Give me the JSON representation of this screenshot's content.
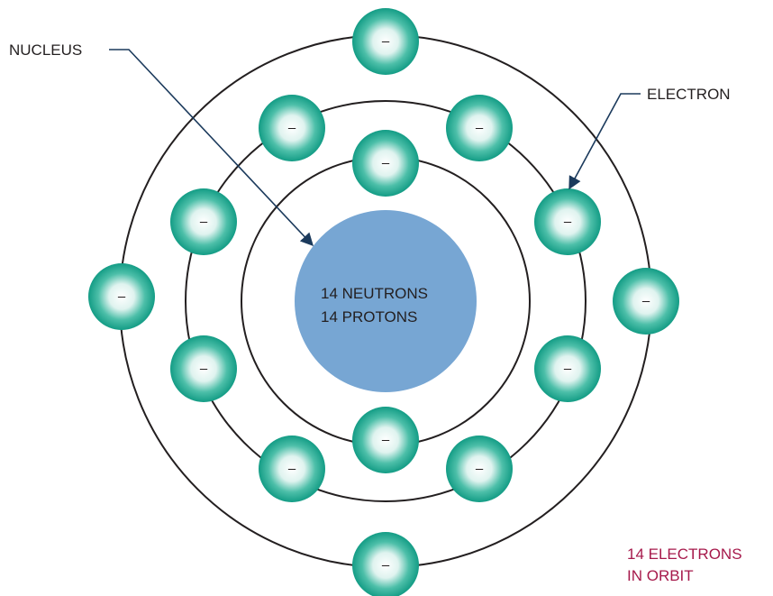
{
  "labels": {
    "nucleus": "NUCLEUS",
    "electron": "ELECTRON",
    "nucleus_line1": "14 NEUTRONS",
    "nucleus_line2": "14 PROTONS",
    "note_line1": "14 ELECTRONS",
    "note_line2": "IN ORBIT"
  },
  "electron_sign": "–",
  "shells": [
    {
      "name": "inner-orbit",
      "electrons": 2
    },
    {
      "name": "middle-orbit",
      "electrons": 8
    },
    {
      "name": "outer-orbit",
      "electrons": 4
    }
  ],
  "colors": {
    "nucleus_fill": "#77a6d3",
    "electron_outer": "#17a48c",
    "electron_inner": "#ffffff",
    "leader_line": "#1b3a5c",
    "orbit_stroke": "#231f20",
    "note_text": "#a6194b"
  }
}
